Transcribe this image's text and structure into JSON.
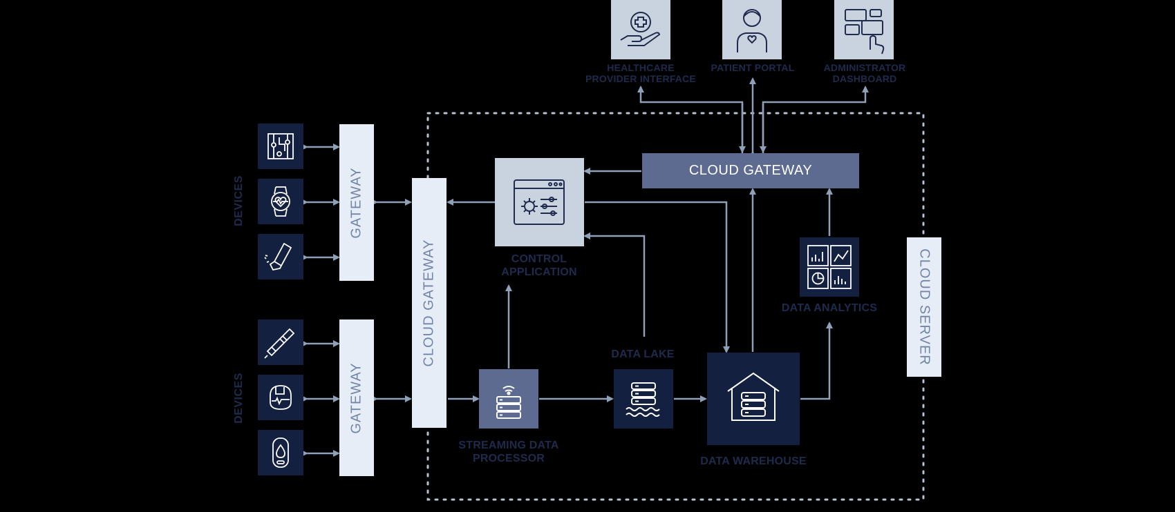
{
  "colors": {
    "background": "#000000",
    "dark_navy": "#13203f",
    "mid_slate": "#5e6b91",
    "light_panel": "#e6edf6",
    "user_box": "#c9d3df",
    "connector": "#8fa1b8",
    "label_text": "#1f2b4d"
  },
  "top_users": [
    {
      "label": "HEALTHCARE PROVIDER INTERFACE",
      "icon": "hand-medical-cross-icon"
    },
    {
      "label": "PATIENT PORTAL",
      "icon": "patient-person-icon"
    },
    {
      "label": "ADMINISTRATOR DASHBOARD",
      "icon": "dashboard-touch-icon"
    }
  ],
  "device_groups": [
    {
      "label": "DEVICES",
      "gateway": "GATEWAY",
      "devices": [
        "circuit-board-icon",
        "smartwatch-heart-icon",
        "inhaler-icon"
      ]
    },
    {
      "label": "DEVICES",
      "gateway": "GATEWAY",
      "devices": [
        "insulin-pen-icon",
        "blood-pressure-monitor-icon",
        "glucose-meter-icon"
      ]
    }
  ],
  "cloud_gateway_left": "CLOUD GATEWAY",
  "cloud_gateway_top": "CLOUD GATEWAY",
  "cloud_server": "CLOUD SERVER",
  "nodes": {
    "control_application": "CONTROL APPLICATION",
    "streaming_processor": "STREAMING DATA PROCESSOR",
    "data_lake": "DATA LAKE",
    "data_warehouse": "DATA WAREHOUSE",
    "data_analytics": "DATA ANALYTICS"
  }
}
